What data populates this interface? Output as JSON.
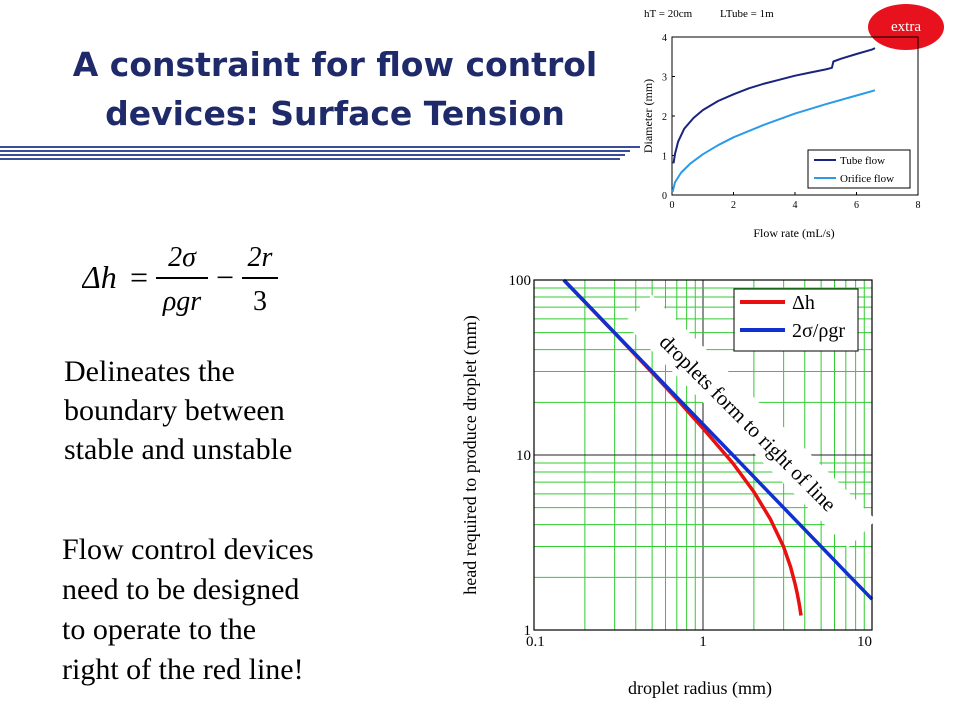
{
  "slide": {
    "title_line1": "A constraint for flow control",
    "title_line2": "devices: Surface Tension",
    "badge": "extra",
    "formula": {
      "lhs": "Δh",
      "eq": "=",
      "n1": "2σ",
      "d1": "ρgr",
      "minus": "−",
      "n2": "2r",
      "d2": "3"
    },
    "text1": [
      "Delineates the",
      "boundary between",
      "stable and unstable"
    ],
    "text2": [
      "Flow control devices",
      "need to be designed",
      "to operate to the",
      "right of the red line!"
    ],
    "colors": {
      "title": "#1f2a6b",
      "grid": "#33cc33",
      "red": "#e81010",
      "blue": "#1030d0",
      "badge": "#e8121e",
      "tube": "#1a237e",
      "orifice": "#2b9be8"
    }
  },
  "chart_data": [
    {
      "type": "line",
      "title": "",
      "xlabel": "droplet radius (mm)",
      "ylabel": "head required to produce droplet (mm)",
      "xscale": "log",
      "yscale": "log",
      "xlim": [
        0.1,
        10
      ],
      "ylim": [
        1,
        100
      ],
      "x_ticks": [
        "0.1",
        "1",
        "10"
      ],
      "y_ticks": [
        "1",
        "10",
        "100"
      ],
      "grid": true,
      "legend": "top-right",
      "annotation": "droplets form to right of line",
      "series": [
        {
          "name": "Δh",
          "color": "#e81010",
          "x": [
            0.15,
            0.2,
            0.3,
            0.5,
            0.7,
            1.0,
            1.5,
            2.0,
            2.5,
            3.0,
            3.3,
            3.5,
            3.6,
            3.7,
            3.75,
            3.8
          ],
          "y": [
            99.9,
            74.9,
            49.8,
            29.6,
            20.9,
            14.2,
            8.99,
            6.15,
            4.31,
            2.99,
            2.29,
            1.85,
            1.64,
            1.43,
            1.32,
            1.21
          ]
        },
        {
          "name": "2σ/ρgr",
          "color": "#1030d0",
          "x": [
            0.15,
            0.2,
            0.3,
            0.5,
            0.7,
            1.0,
            1.5,
            2.0,
            3.0,
            5.0,
            7.0,
            10.0
          ],
          "y": [
            100,
            75,
            50,
            30,
            21.4,
            15,
            10,
            7.5,
            5,
            3,
            2.14,
            1.5
          ]
        }
      ]
    },
    {
      "type": "line",
      "title": "",
      "header_left": "hT = 20cm",
      "header_right": "LTube = 1m",
      "xlabel": "Flow rate (mL/s)",
      "ylabel": "Diameter (mm)",
      "xlim": [
        0,
        8
      ],
      "ylim": [
        0,
        4
      ],
      "x_ticks": [
        "0",
        "2",
        "4",
        "6",
        "8"
      ],
      "y_ticks": [
        "0",
        "1",
        "2",
        "3",
        "4"
      ],
      "grid": false,
      "legend": "bottom-right",
      "series": [
        {
          "name": "Tube flow",
          "color": "#1a237e",
          "x": [
            0.05,
            0.1,
            0.2,
            0.4,
            0.7,
            1.0,
            1.5,
            2.0,
            2.5,
            3.0,
            3.5,
            4.0,
            4.5,
            5.0,
            5.2,
            5.25,
            5.5,
            6.0,
            6.5,
            6.6
          ],
          "y": [
            0.8,
            1.05,
            1.35,
            1.68,
            1.95,
            2.15,
            2.38,
            2.55,
            2.7,
            2.82,
            2.92,
            3.02,
            3.1,
            3.18,
            3.22,
            3.38,
            3.45,
            3.57,
            3.68,
            3.72
          ]
        },
        {
          "name": "Orifice flow",
          "color": "#2b9be8",
          "x": [
            0.02,
            0.1,
            0.3,
            0.6,
            1.0,
            1.5,
            2.0,
            3.0,
            4.0,
            5.0,
            6.0,
            6.6
          ],
          "y": [
            0.08,
            0.33,
            0.57,
            0.8,
            1.03,
            1.26,
            1.46,
            1.78,
            2.06,
            2.3,
            2.52,
            2.65
          ]
        }
      ]
    }
  ]
}
